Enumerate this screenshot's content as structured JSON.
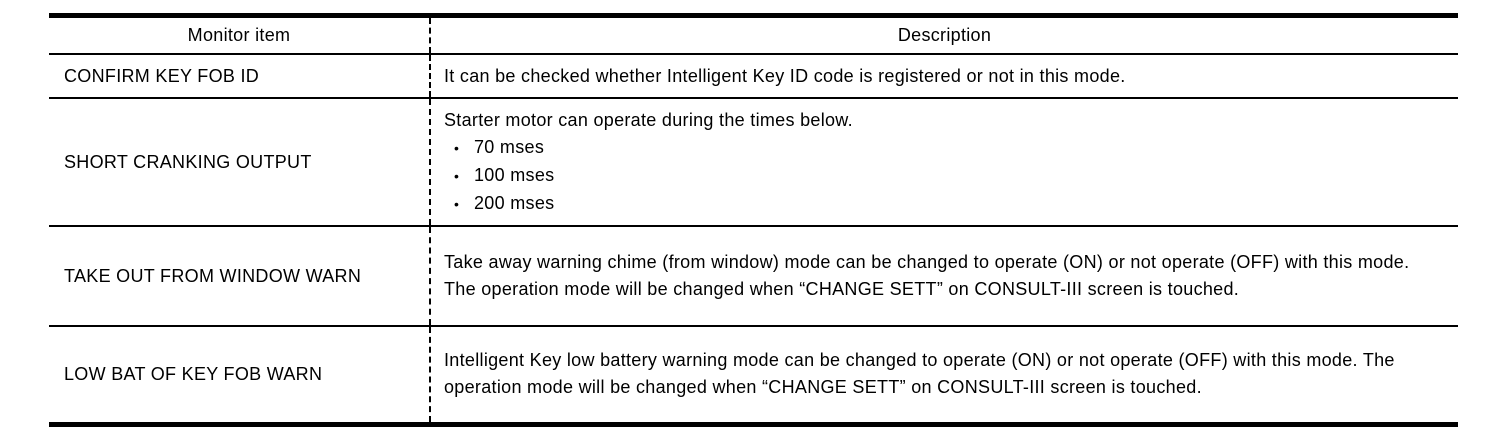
{
  "colors": {
    "text": "#000000",
    "border": "#000000",
    "background": "#ffffff"
  },
  "table": {
    "bullet_char": "•",
    "headers": [
      {
        "label": "Monitor item"
      },
      {
        "label": "Description"
      }
    ],
    "rows": [
      {
        "item": "CONFIRM KEY FOB ID",
        "description": "It can be checked whether Intelligent Key ID code is registered or not in this mode."
      },
      {
        "item": "SHORT CRANKING OUTPUT",
        "description": "Starter motor can operate during the times below.",
        "bullets": [
          "70 mses",
          "100 mses",
          "200 mses"
        ]
      },
      {
        "item": "TAKE OUT FROM WINDOW WARN",
        "description": "Take away warning chime (from window) mode can be changed to operate (ON) or not operate (OFF) with this mode. The operation mode will be changed when “CHANGE SETT” on CONSULT-III screen is touched."
      },
      {
        "item": "LOW BAT OF KEY FOB WARN",
        "description": "Intelligent Key low battery warning mode can be changed to operate (ON) or not operate (OFF) with this mode. The operation mode will be changed when “CHANGE SETT” on CONSULT-III screen is touched."
      }
    ]
  }
}
